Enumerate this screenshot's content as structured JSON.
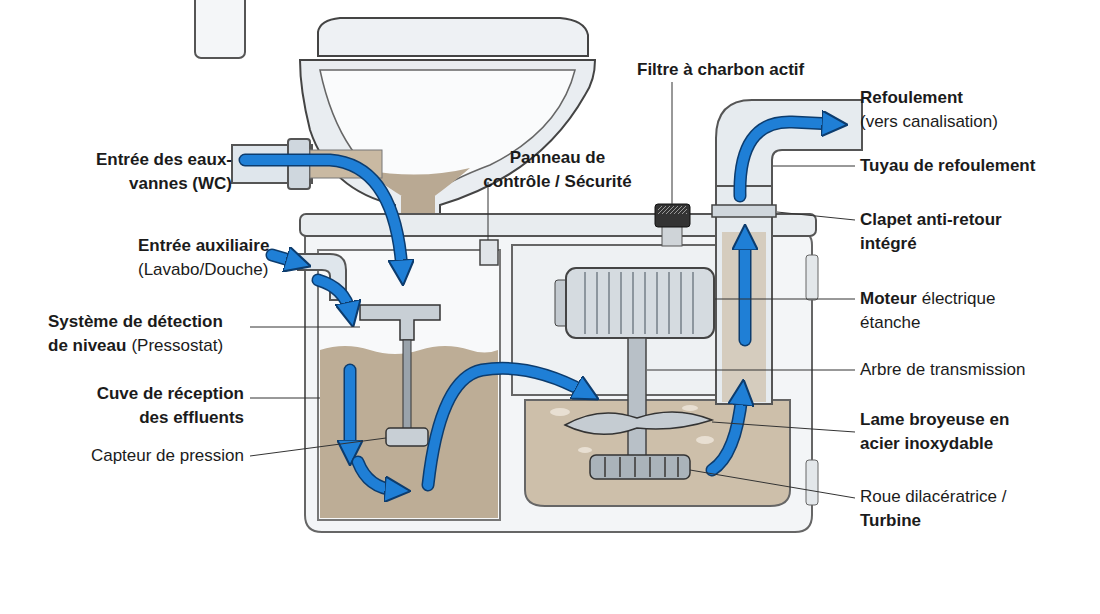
{
  "diagram": {
    "labels": [
      "Filtre à charbon actif",
      "Refoulement",
      "(vers canalisation)",
      "Tuyau de refoulement",
      "Entrée des eaux-vannes (WC)",
      "Panneau de contrôle / Sécurité",
      "Clapet anti-retour intégré",
      "Entrée auxiliaire",
      "(Lavabo/Douche)",
      "Moteur",
      "électrique étanche",
      "Système de détection de niveau",
      "(Pressostat)",
      "Cuve de réception des effluents",
      "Arbre de transmission",
      "Lame broyeuse en acier inoxydable",
      "Capteur de pression",
      "Roue dilacératrice /",
      "Turbine"
    ]
  }
}
